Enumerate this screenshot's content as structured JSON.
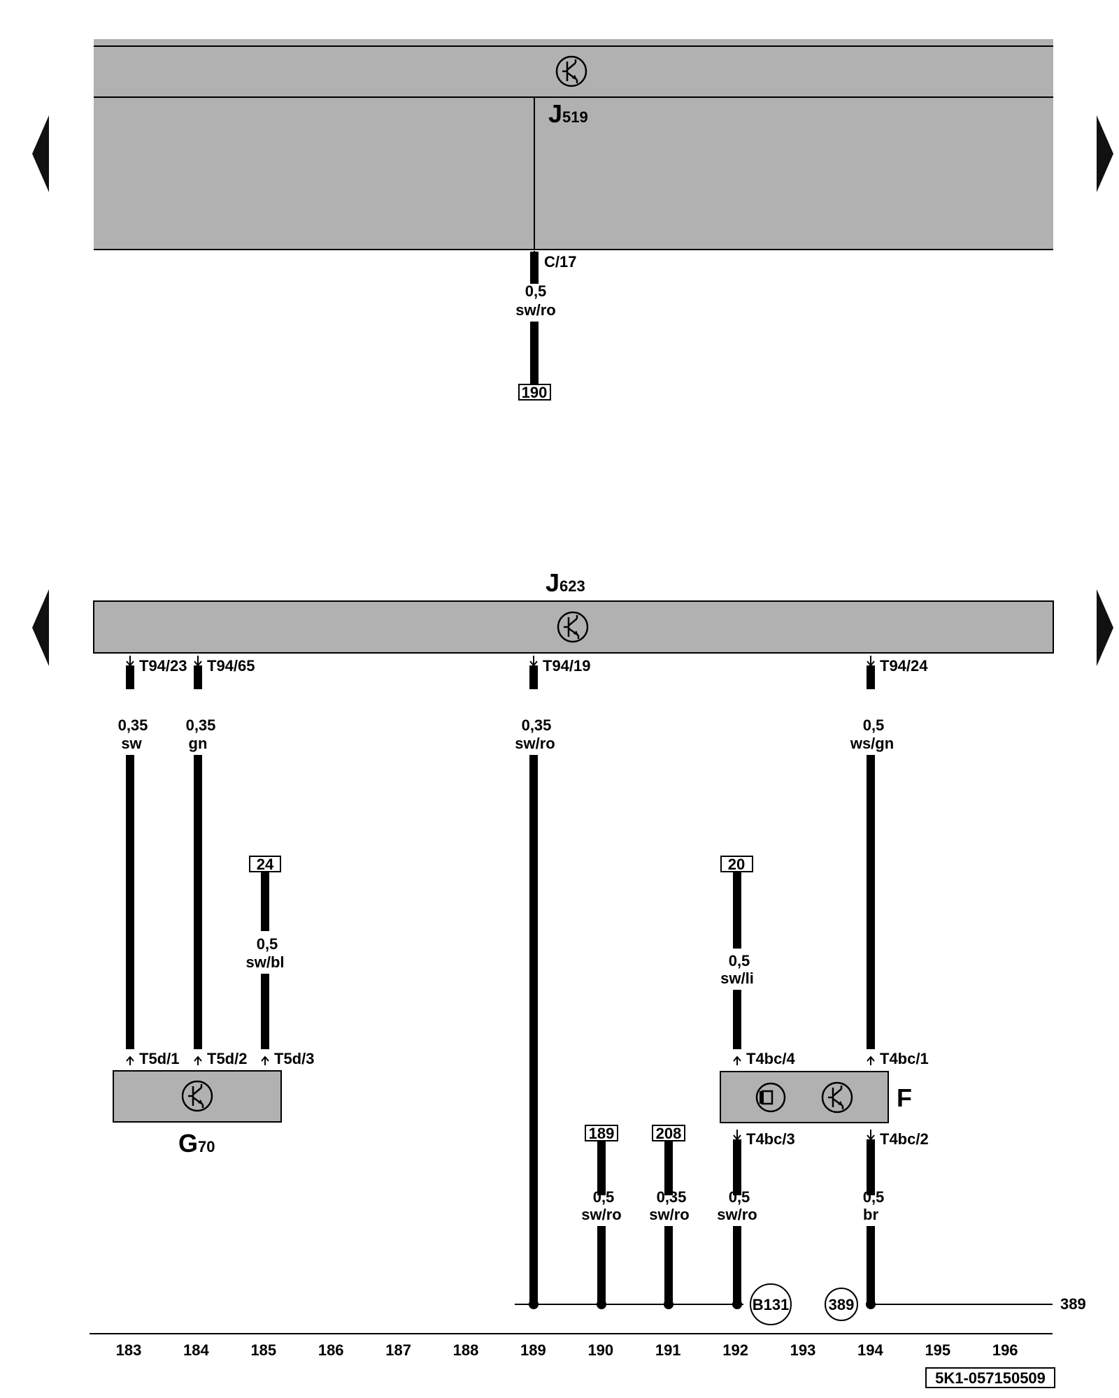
{
  "components": {
    "j519": {
      "code": "J",
      "sub": "519"
    },
    "j623": {
      "code": "J",
      "sub": "623"
    },
    "g70": {
      "code": "G",
      "sub": "70"
    },
    "f": {
      "code": "F"
    }
  },
  "connectors": {
    "c17": "C/17",
    "t94_23": "T94/23",
    "t94_65": "T94/65",
    "t94_19": "T94/19",
    "t94_24": "T94/24",
    "t5d_1": "T5d/1",
    "t5d_2": "T5d/2",
    "t5d_3": "T5d/3",
    "t4bc_4": "T4bc/4",
    "t4bc_1": "T4bc/1",
    "t4bc_3": "T4bc/3",
    "t4bc_2": "T4bc/2"
  },
  "wires": {
    "j519_c17": {
      "size": "0,5",
      "color": "sw/ro"
    },
    "t94_23": {
      "size": "0,35",
      "color": "sw"
    },
    "t94_65": {
      "size": "0,35",
      "color": "gn"
    },
    "t94_19": {
      "size": "0,35",
      "color": "sw/ro"
    },
    "t94_24": {
      "size": "0,5",
      "color": "ws/gn"
    },
    "ref24": {
      "size": "0,5",
      "color": "sw/bl"
    },
    "ref20": {
      "size": "0,5",
      "color": "sw/li"
    },
    "ref189": {
      "size": "0,5",
      "color": "sw/ro"
    },
    "ref208": {
      "size": "0,35",
      "color": "sw/ro"
    },
    "t4bc_3": {
      "size": "0,5",
      "color": "sw/ro"
    },
    "t4bc_2": {
      "size": "0,5",
      "color": "br"
    }
  },
  "refs": {
    "r190": "190",
    "r24": "24",
    "r20": "20",
    "r189": "189",
    "r208": "208"
  },
  "grounds": {
    "b131": "B131",
    "g389": "389",
    "line389": "389"
  },
  "track_numbers": [
    "183",
    "184",
    "185",
    "186",
    "187",
    "188",
    "189",
    "190",
    "191",
    "192",
    "193",
    "194",
    "195",
    "196"
  ],
  "diagram_id": "5K1-057150509"
}
